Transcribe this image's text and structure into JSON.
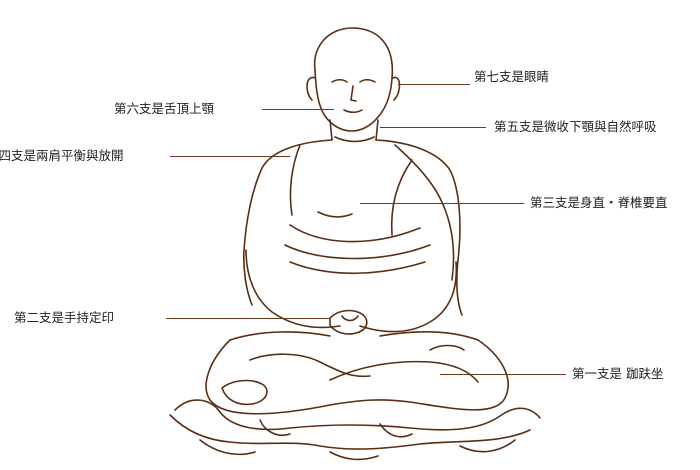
{
  "labels": {
    "seventh": "第七支是眼睛",
    "sixth": "第六支是舌頂上顎",
    "fifth": "第五支是微收下顎與自然呼吸",
    "fourth": "第四支是兩肩平衡與放開",
    "third": "第三支是身直・脊椎要直",
    "second": "第二支是手持定印",
    "first": "第一支是 跏趺坐"
  },
  "colors": {
    "leader_line": "#6b3a1e",
    "figure_stroke": "#5a2e14"
  }
}
